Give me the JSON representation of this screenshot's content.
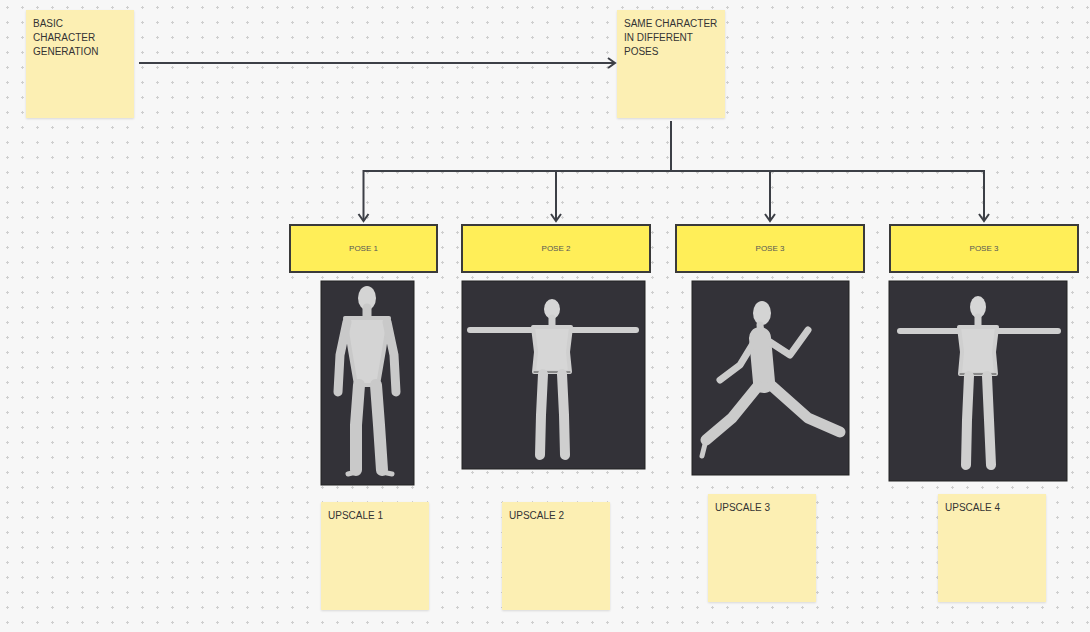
{
  "diagram": {
    "nodes": [
      {
        "text": [
          "BASIC CHARACTER GENERATION"
        ]
      },
      {
        "text": [
          "SAME CHARACTER IN DIFFERENT POSES"
        ]
      },
      {
        "text": [
          "POSE 1"
        ]
      },
      {
        "text": [
          "POSE 2"
        ]
      },
      {
        "text": [
          "POSE 3"
        ]
      },
      {
        "text": [
          "POSE 3"
        ]
      },
      {
        "text": [
          "UPSCALE 1"
        ]
      },
      {
        "text": [
          "UPSCALE 2"
        ]
      },
      {
        "text": [
          "UPSCALE 3"
        ]
      },
      {
        "text": [
          "UPSCALE 4"
        ]
      }
    ],
    "edges": [
      {
        "from": 0,
        "to": 1,
        "arrow": "to"
      },
      {
        "from": 1,
        "to": 2,
        "arrow": "to"
      },
      {
        "from": 1,
        "to": 3,
        "arrow": "to"
      },
      {
        "from": 1,
        "to": 4,
        "arrow": "to"
      },
      {
        "from": 1,
        "to": 5,
        "arrow": "to"
      }
    ]
  }
}
